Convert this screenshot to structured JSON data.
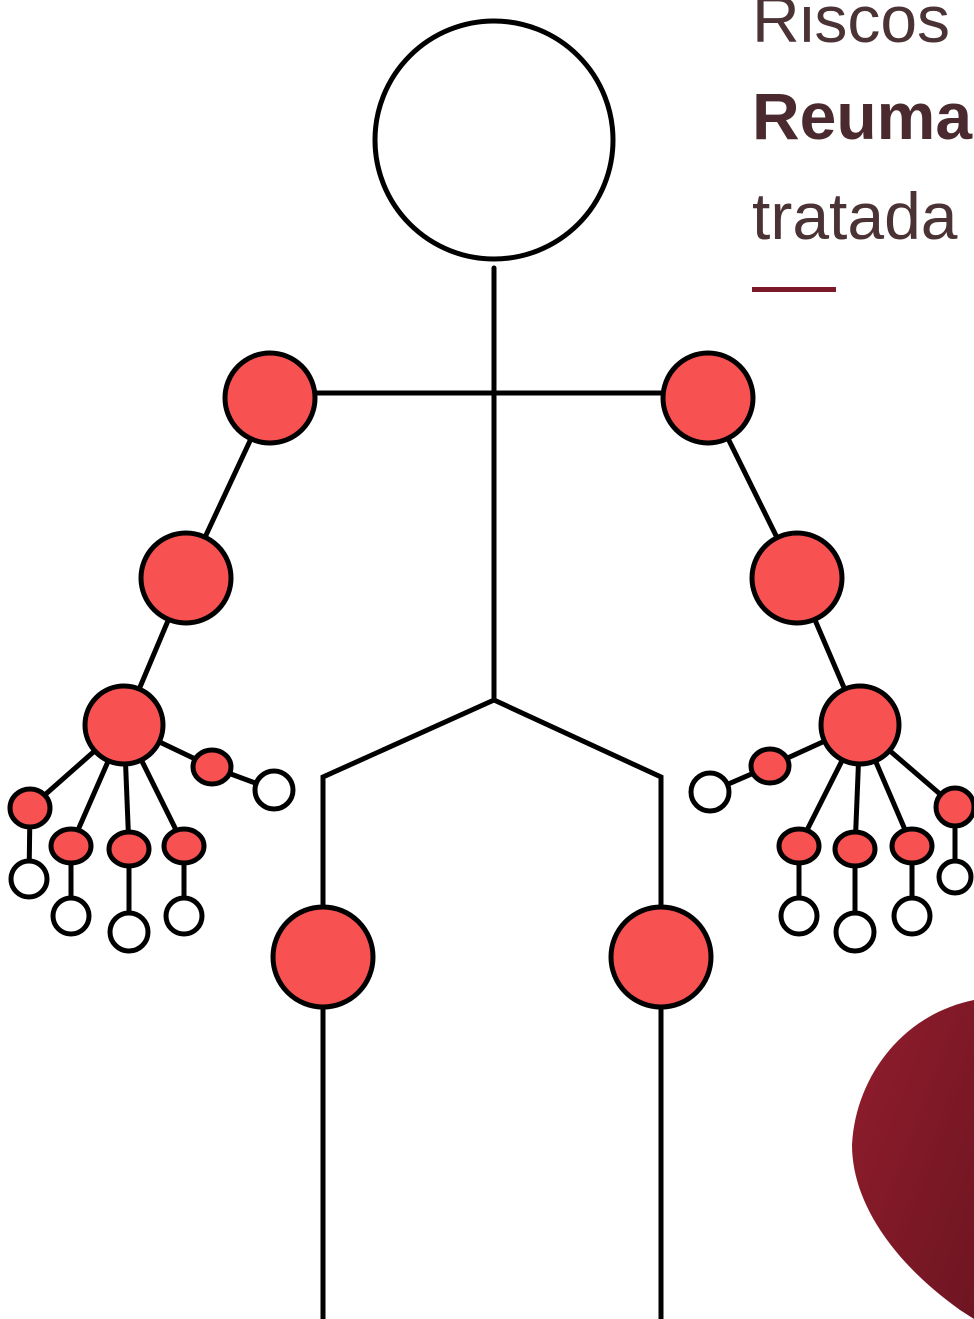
{
  "title": {
    "line1": "Riscos",
    "line2": "Reuma",
    "line3": "tratada"
  },
  "colors": {
    "accent": "#7d1a2a",
    "joint_affected": "#f85151",
    "joint_unaffected": "#ffffff",
    "stroke": "#000000",
    "heart": "#861b2a"
  },
  "icons": {
    "figure": "stick-figure-icon",
    "heart": "heart-icon"
  },
  "figure": {
    "affected_joints": [
      "left-shoulder",
      "right-shoulder",
      "left-elbow",
      "right-elbow",
      "left-wrist",
      "right-wrist",
      "left-knee",
      "right-knee",
      "left-thumb-joint",
      "right-thumb-joint",
      "left-finger-joints",
      "right-finger-joints"
    ],
    "unaffected_joints": [
      "head",
      "left-thumb-tip",
      "right-thumb-tip",
      "left-finger-tips",
      "right-finger-tips"
    ]
  }
}
